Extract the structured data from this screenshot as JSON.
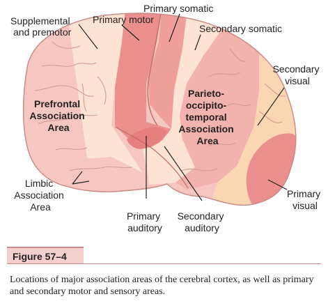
{
  "figure": {
    "label": "Figure 57–4",
    "caption": "Locations of major association areas of the cerebral cortex, as well as primary and secondary motor and sensory areas."
  },
  "labels": {
    "supplemental_premotor": [
      "Supplemental",
      "and premotor"
    ],
    "primary_motor": "Primary motor",
    "primary_somatic": "Primary somatic",
    "secondary_somatic": "Secondary somatic",
    "secondary_visual": [
      "Secondary",
      "visual"
    ],
    "prefrontal": [
      "Prefrontal",
      "Association",
      "Area"
    ],
    "parieto": [
      "Parieto-",
      "occipito-",
      "temporal",
      "Association",
      "Area"
    ],
    "limbic": [
      "Limbic",
      "Association",
      "Area"
    ],
    "primary_visual": [
      "Primary",
      "visual"
    ],
    "primary_auditory": [
      "Primary",
      "auditory"
    ],
    "secondary_auditory": [
      "Secondary",
      "auditory"
    ]
  },
  "colors": {
    "association": "#f6c7c1",
    "secondary": "#fde3d3",
    "secondary_yellow": "#fbd6b3",
    "primary": "#ea8f8e",
    "outline": "#c98a85",
    "fissure": "#d39b95"
  }
}
